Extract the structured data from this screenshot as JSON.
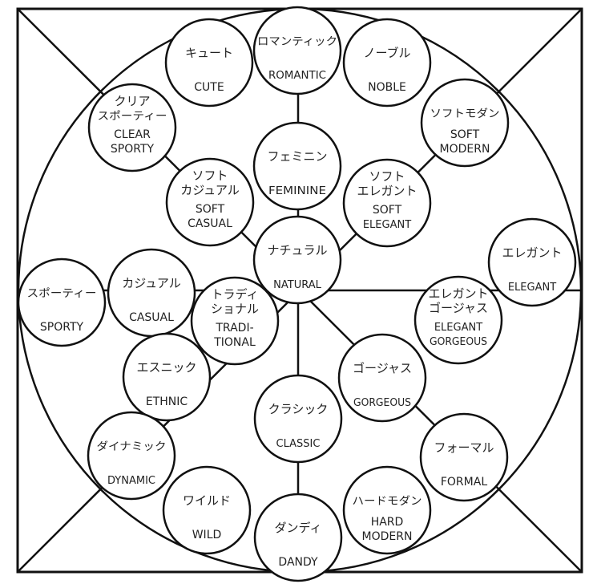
{
  "colors": {
    "stroke": "#111111",
    "fill": "#ffffff",
    "text": "#222222"
  },
  "nodes": [
    {
      "id": "romantic",
      "jp": [
        "ロマンティック"
      ],
      "en": [
        "ROMANTIC"
      ]
    },
    {
      "id": "cute",
      "jp": [
        "キュート"
      ],
      "en": [
        "CUTE"
      ]
    },
    {
      "id": "noble",
      "jp": [
        "ノーブル"
      ],
      "en": [
        "NOBLE"
      ]
    },
    {
      "id": "clear-sporty",
      "jp": [
        "クリア",
        "スポーティー"
      ],
      "en": [
        "CLEAR",
        "SPORTY"
      ]
    },
    {
      "id": "soft-modern",
      "jp": [
        "ソフトモダン"
      ],
      "en": [
        "SOFT",
        "MODERN"
      ]
    },
    {
      "id": "feminine",
      "jp": [
        "フェミニン"
      ],
      "en": [
        "FEMININE"
      ]
    },
    {
      "id": "soft-casual",
      "jp": [
        "ソフト",
        "カジュアル"
      ],
      "en": [
        "SOFT",
        "CASUAL"
      ]
    },
    {
      "id": "soft-elegant",
      "jp": [
        "ソフト",
        "エレガント"
      ],
      "en": [
        "SOFT",
        "ELEGANT"
      ]
    },
    {
      "id": "natural",
      "jp": [
        "ナチュラル"
      ],
      "en": [
        "NATURAL"
      ]
    },
    {
      "id": "elegant",
      "jp": [
        "エレガント"
      ],
      "en": [
        "ELEGANT"
      ]
    },
    {
      "id": "sporty",
      "jp": [
        "スポーティー"
      ],
      "en": [
        "SPORTY"
      ]
    },
    {
      "id": "casual",
      "jp": [
        "カジュアル"
      ],
      "en": [
        "CASUAL"
      ]
    },
    {
      "id": "traditional",
      "jp": [
        "トラディ",
        "ショナル"
      ],
      "en": [
        "TRADI-",
        "TIONAL"
      ]
    },
    {
      "id": "elegant-gorgeous",
      "jp": [
        "エレガント",
        "ゴージャス"
      ],
      "en": [
        "ELEGANT",
        "GORGEOUS"
      ]
    },
    {
      "id": "ethnic",
      "jp": [
        "エスニック"
      ],
      "en": [
        "ETHNIC"
      ]
    },
    {
      "id": "gorgeous",
      "jp": [
        "ゴージャス"
      ],
      "en": [
        "GORGEOUS"
      ]
    },
    {
      "id": "classic",
      "jp": [
        "クラシック"
      ],
      "en": [
        "CLASSIC"
      ]
    },
    {
      "id": "dynamic",
      "jp": [
        "ダイナミック"
      ],
      "en": [
        "DYNAMIC"
      ]
    },
    {
      "id": "formal",
      "jp": [
        "フォーマル"
      ],
      "en": [
        "FORMAL"
      ]
    },
    {
      "id": "wild",
      "jp": [
        "ワイルド"
      ],
      "en": [
        "WILD"
      ]
    },
    {
      "id": "dandy",
      "jp": [
        "ダンディ"
      ],
      "en": [
        "DANDY"
      ]
    },
    {
      "id": "hard-modern",
      "jp": [
        "ハードモダン"
      ],
      "en": [
        "HARD",
        "MODERN"
      ]
    }
  ]
}
